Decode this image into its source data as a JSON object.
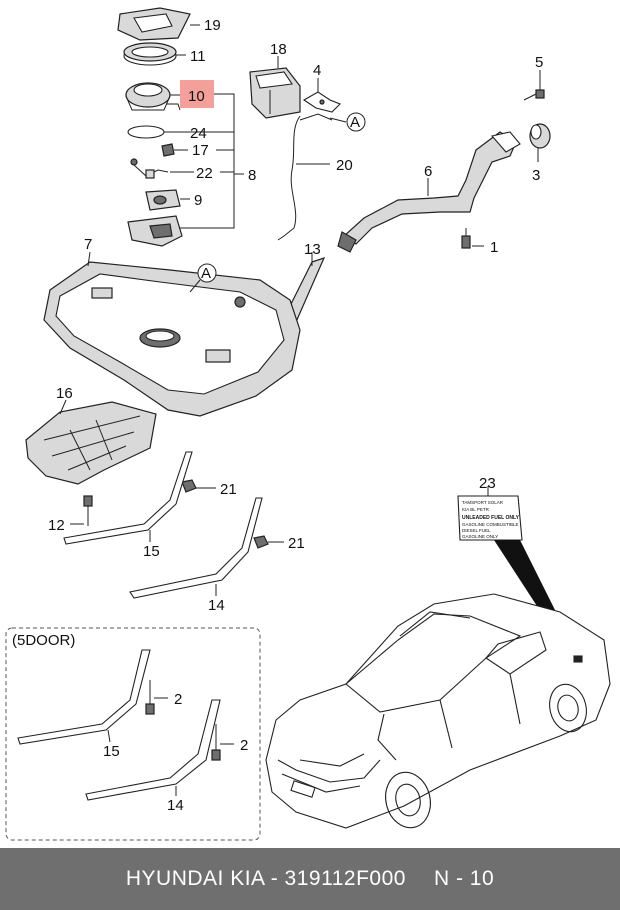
{
  "diagram": {
    "callouts": {
      "c19": "19",
      "c11": "11",
      "c10": "10",
      "c24": "24",
      "c17": "17",
      "c22": "22",
      "c8": "8",
      "c9": "9",
      "c18": "18",
      "c4": "4",
      "cA1": "A",
      "c20": "20",
      "c5": "5",
      "c3": "3",
      "c6": "6",
      "c1": "1",
      "c13": "13",
      "c7": "7",
      "cA2": "A",
      "c16": "16",
      "c21a": "21",
      "c12": "12",
      "c15a": "15",
      "c21b": "21",
      "c14a": "14",
      "c23": "23",
      "c2a": "2",
      "c15b": "15",
      "c2b": "2",
      "c14b": "14"
    },
    "highlight_color": "#f4a09a",
    "inset_label": "(5DOOR)",
    "label_23_lines": [
      "TAMSPORT SOLAR",
      "KIA  BL PETR",
      "UNLEADED FUEL ONLY",
      "GASOLINE  COMBUSTIBLE",
      "DIESEL FUEL",
      "GASOLINE  ONLY"
    ]
  },
  "footer": {
    "part_info": "HYUNDAI  KIA - 319112F000",
    "page_ref": "N - 10"
  }
}
